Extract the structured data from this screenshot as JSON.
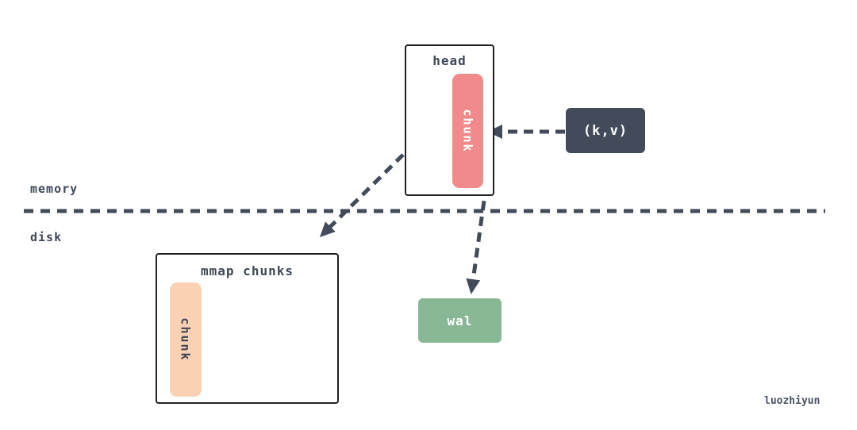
{
  "diagram": {
    "head_box": {
      "label": "head",
      "chunk_label": "chunk"
    },
    "kv_box": {
      "label": "(k,v)"
    },
    "wal_box": {
      "label": "wal"
    },
    "mmap_box": {
      "label": "mmap chunks",
      "chunk_label": "chunk"
    },
    "regions": {
      "memory": "memory",
      "disk": "disk"
    },
    "watermark": "luozhiyun"
  },
  "colors": {
    "slate": "#424b59",
    "label": "#3e4857",
    "box-border": "#202020",
    "chunk-red": "#f18b8b",
    "chunk-peach": "#fbd1b3",
    "wal-green": "#88b795",
    "canvas-bg": "#ffffff",
    "watermark": "#4a5363"
  }
}
